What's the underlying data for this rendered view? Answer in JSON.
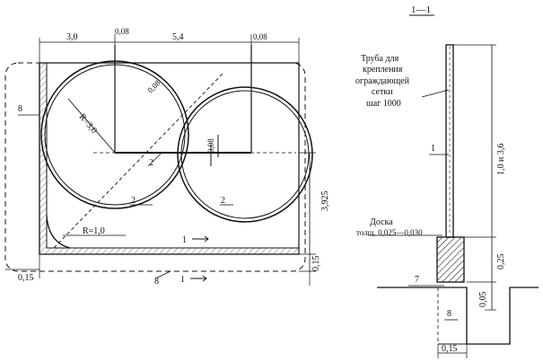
{
  "section_title": "1—1",
  "plan": {
    "top_dims": [
      "3,0",
      "0,08",
      "5,4",
      "0,08"
    ],
    "radius_large": "R=3,0",
    "radius_small": "R=1,0",
    "dim_inner_a": "0,08",
    "dim_inner_b": "0,08",
    "dim_right": "3,925",
    "dim_right_bottom": "0,15",
    "dim_bottom_left": "0,15",
    "callouts": [
      "8",
      "2",
      "2",
      "2",
      "1",
      "1",
      "8"
    ]
  },
  "section": {
    "pipe_note": [
      "Труба для",
      "крепления",
      "ограждающей",
      "сетки",
      "шаг 1000"
    ],
    "board_note": [
      "Доска",
      "толщ. 0,025—0,030"
    ],
    "height_label": "1,0 и 3,6",
    "dim_025": "0,25",
    "dim_005": "0,05",
    "dim_015": "0,15",
    "callouts": [
      "1",
      "7",
      "8"
    ]
  }
}
